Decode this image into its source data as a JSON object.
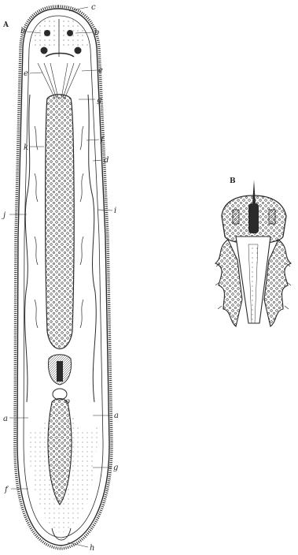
{
  "figure": {
    "plate_labels": {
      "a": "A",
      "b": "B"
    },
    "part_labels": {
      "c": "c",
      "b_left": "b",
      "b_right": "b",
      "e_left": "e",
      "e_right": "e",
      "g_top": "g",
      "k": "k",
      "f_top": "f",
      "d": "d",
      "j": "j",
      "i": "i",
      "o": "o",
      "a_right": "a",
      "a_left": "a",
      "g_bottom": "g",
      "f_bottom": "f",
      "h": "h"
    }
  },
  "colors": {
    "ink": "#2a2a2a",
    "paper": "#ffffff"
  }
}
